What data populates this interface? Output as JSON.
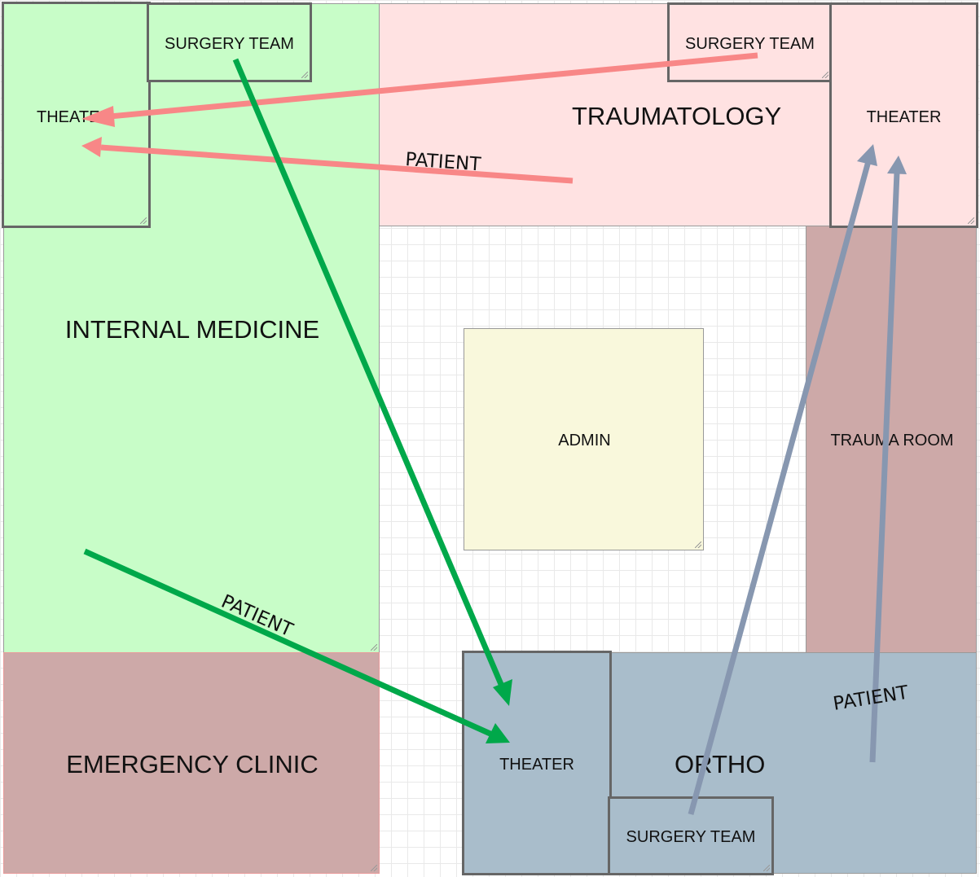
{
  "colors": {
    "internal": "#c8fdc8",
    "trauma": "#ffe2e2",
    "room": "#cda9a8",
    "admin": "#f9f8dc",
    "ortho": "#a9bdcb",
    "red_arrow": "#f88787",
    "green_arrow": "#00a84a",
    "blue_arrow": "#8797b0"
  },
  "zones": {
    "internal_medicine": "INTERNAL MEDICINE",
    "traumatology": "TRAUMATOLOGY",
    "trauma_room": "TRAUMA ROOM",
    "admin": "ADMIN",
    "emergency_clinic": "EMERGENCY CLINIC",
    "ortho": "ORTHO",
    "theater_left": "THEATER",
    "theater_right": "THEATER",
    "theater_bottom": "THEATER",
    "surgery_team_left": "SURGERY TEAM",
    "surgery_team_right": "SURGERY TEAM",
    "surgery_team_bottom": "SURGERY TEAM"
  },
  "arrow_labels": {
    "red_patient": "PATIENT",
    "green_patient": "PATIENT",
    "blue_patient": "PATIENT"
  }
}
